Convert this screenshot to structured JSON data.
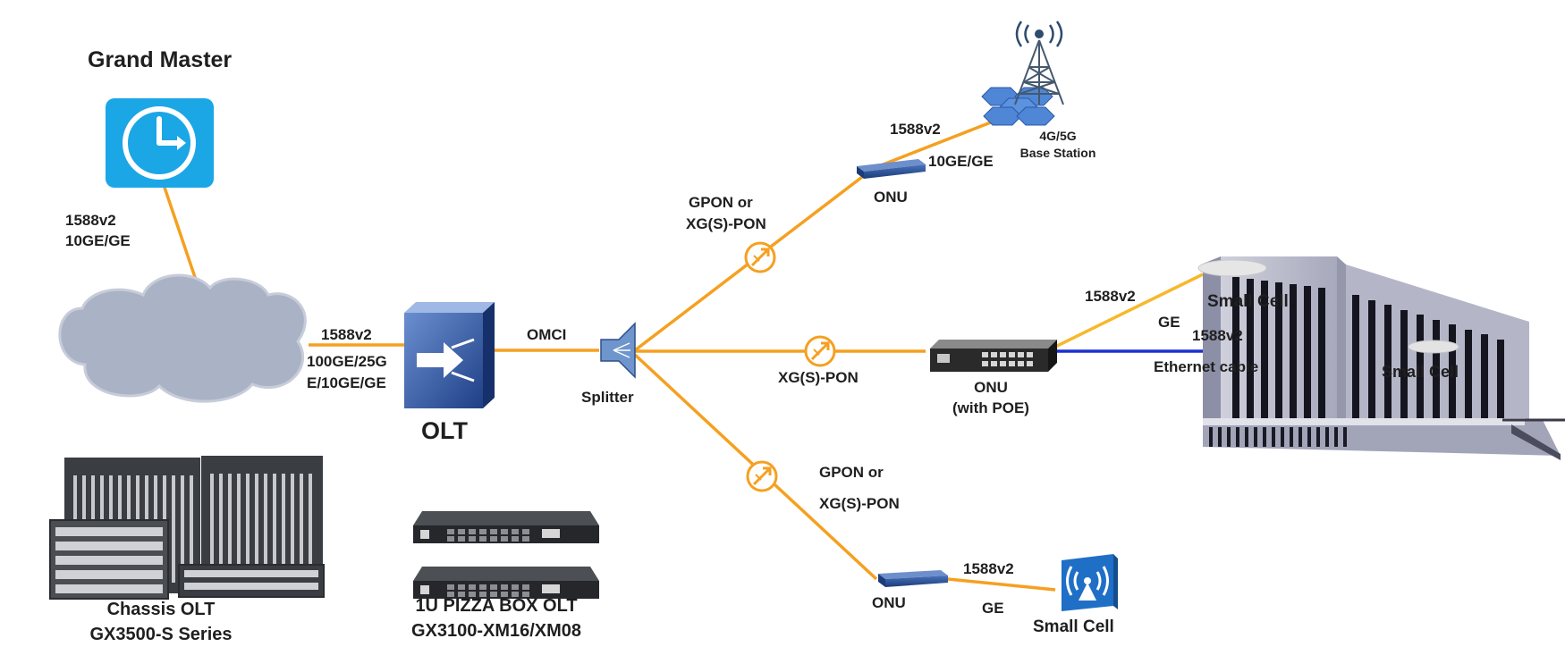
{
  "grand_master": {
    "title": "Grand Master",
    "icon": "clock-icon"
  },
  "gm_link": {
    "line1": "1588v2",
    "line2": "10GE/GE"
  },
  "cloud": {
    "icon": "cloud-icon"
  },
  "uplink": {
    "line1": "1588v2",
    "line2": "100GE/25G",
    "line3": "E/10GE/GE"
  },
  "olt": {
    "label": "OLT",
    "icon": "olt-router-icon"
  },
  "omci": {
    "label": "OMCI"
  },
  "splitter": {
    "label": "Splitter",
    "icon": "splitter-icon"
  },
  "branch_top": {
    "line1": "GPON or",
    "line2": "XG(S)-PON"
  },
  "branch_mid": {
    "label": "XG(S)-PON"
  },
  "branch_bottom": {
    "line1": "GPON or",
    "line2": "XG(S)-PON"
  },
  "onu_top": {
    "label": "ONU",
    "link_protocol": "1588v2",
    "link_speed": "10GE/GE"
  },
  "base_station": {
    "line1": "4G/5G",
    "line2": "Base Station",
    "icon": "cell-tower-icon"
  },
  "onu_poe": {
    "line1": "ONU",
    "line2": "(with POE)",
    "icon": "switch-icon"
  },
  "building_links": {
    "upper_protocol": "1588v2",
    "upper_media": "GE",
    "lower_protocol": "1588v2",
    "lower_media": "Ethernet cable",
    "small_cell_1": "Small Cell",
    "small_cell_2": "Small Cell"
  },
  "onu_bottom": {
    "label": "ONU",
    "link_protocol": "1588v2",
    "link_speed": "GE"
  },
  "small_cell_bottom": {
    "label": "Small Cell",
    "icon": "antenna-icon"
  },
  "chassis_olt": {
    "line1": "Chassis OLT",
    "line2": "GX3500-S Series"
  },
  "pizza_box_olt": {
    "line1": "1U PIZZA BOX OLT",
    "line2": "GX3100-XM16/XM08"
  },
  "colors": {
    "fiber": "#f5a020",
    "ethernet": "#1a2fd0",
    "accent_blue": "#1ba6e6",
    "cloud": "#aab2c6"
  }
}
